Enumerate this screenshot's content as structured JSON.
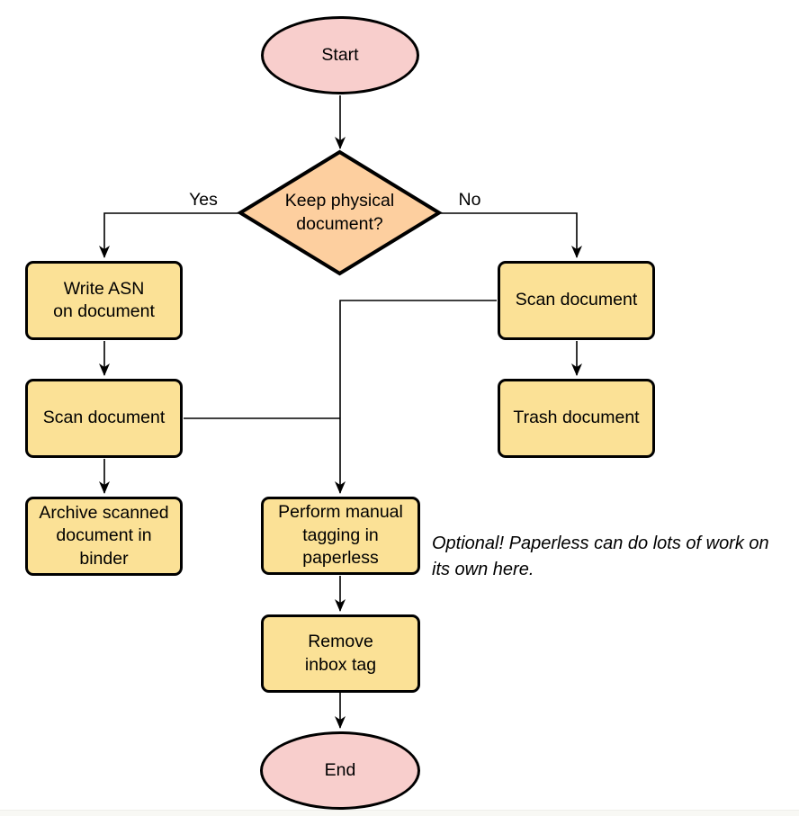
{
  "diagram": {
    "type": "flowchart",
    "nodes": {
      "start": {
        "shape": "terminal",
        "label": "Start"
      },
      "decision": {
        "shape": "decision",
        "label": "Keep physical\ndocument?"
      },
      "write_asn": {
        "shape": "process",
        "label": "Write ASN\non document"
      },
      "scan_left": {
        "shape": "process",
        "label": "Scan document"
      },
      "archive": {
        "shape": "process",
        "label": "Archive scanned\ndocument in\nbinder"
      },
      "scan_right": {
        "shape": "process",
        "label": "Scan document"
      },
      "trash": {
        "shape": "process",
        "label": "Trash document"
      },
      "tagging": {
        "shape": "process",
        "label": "Perform manual\ntagging in\npaperless"
      },
      "remove_inbox": {
        "shape": "process",
        "label": "Remove\ninbox tag"
      },
      "end": {
        "shape": "terminal",
        "label": "End"
      }
    },
    "edge_labels": {
      "yes": "Yes",
      "no": "No"
    },
    "edges": [
      {
        "from": "start",
        "to": "decision"
      },
      {
        "from": "decision",
        "to": "write_asn",
        "label": "Yes"
      },
      {
        "from": "decision",
        "to": "scan_right",
        "label": "No"
      },
      {
        "from": "write_asn",
        "to": "scan_left"
      },
      {
        "from": "scan_left",
        "to": "archive"
      },
      {
        "from": "scan_left",
        "to": "tagging"
      },
      {
        "from": "scan_right",
        "to": "trash"
      },
      {
        "from": "scan_right",
        "to": "tagging"
      },
      {
        "from": "tagging",
        "to": "remove_inbox"
      },
      {
        "from": "remove_inbox",
        "to": "end"
      }
    ],
    "annotation": "Optional! Paperless can do lots of work on\nits own here.",
    "colors": {
      "terminal_fill": "#f8cecc",
      "decision_fill": "#fdcf9f",
      "process_fill": "#fbe196",
      "stroke": "#000000",
      "text": "#000000",
      "background": "#ffffff",
      "footer_strip": "#f8f8f4"
    }
  }
}
